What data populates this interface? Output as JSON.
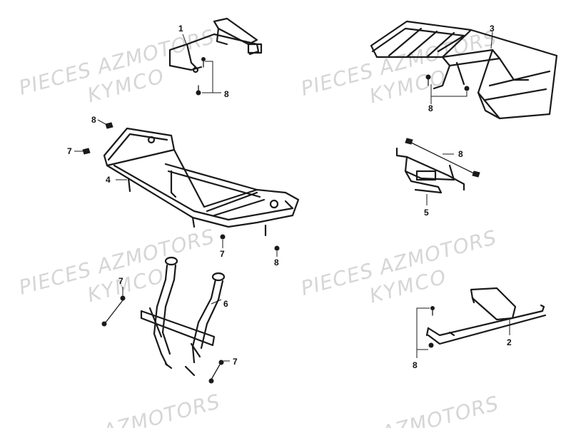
{
  "watermarks": [
    {
      "line1": "PIECES AZMOTORS",
      "line2": "KYMCO"
    },
    {
      "line1": "PIECES AZMOTORS",
      "line2": "KYMCO"
    },
    {
      "line1": "PIECES AZMOTORS",
      "line2": "KYMCO"
    },
    {
      "line1": "PIECES AZMOTORS",
      "line2": "KYMCO"
    },
    {
      "line1": "AZMOTORS"
    },
    {
      "line1": "AZMOTORS"
    }
  ],
  "callouts": {
    "c1": "1",
    "c2": "2",
    "c3": "3",
    "c4": "4",
    "c5": "5",
    "c6": "6",
    "c7a": "7",
    "c7b": "7",
    "c7c": "7",
    "c7d": "7",
    "c8a": "8",
    "c8b": "8",
    "c8c": "8",
    "c8d": "8",
    "c8e": "8",
    "c8f": "8"
  }
}
